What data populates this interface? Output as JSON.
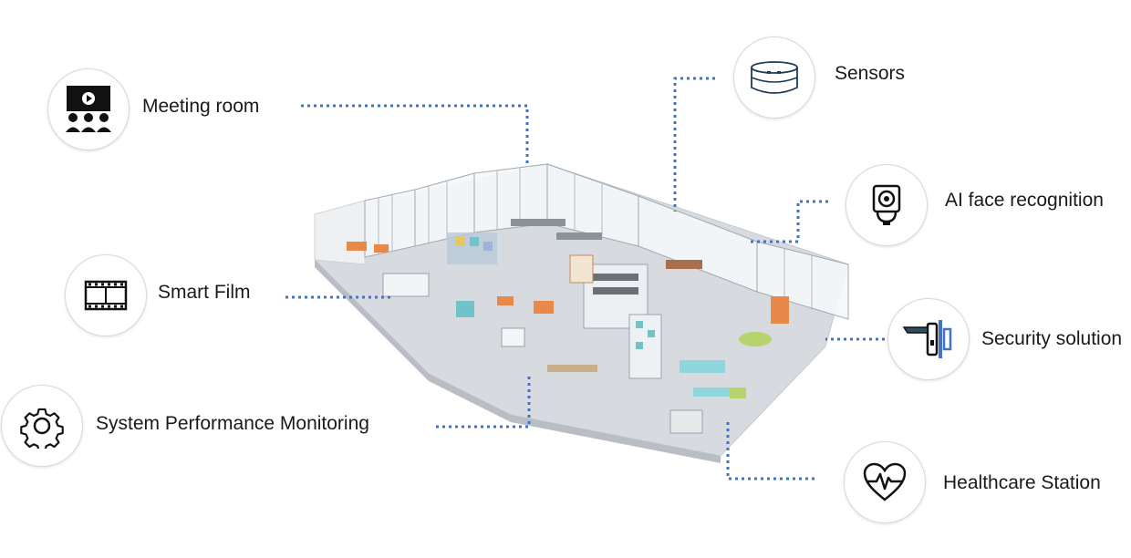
{
  "features": {
    "meeting_room": {
      "label": "Meeting room",
      "icon": "meeting-room-icon"
    },
    "smart_film": {
      "label": "Smart Film",
      "icon": "film-strip-icon"
    },
    "system_monitoring": {
      "label": "System Performance Monitoring",
      "icon": "gear-icon"
    },
    "sensors": {
      "label": "Sensors",
      "icon": "sensor-puck-icon"
    },
    "face_recognition": {
      "label": "AI face recognition",
      "icon": "camera-icon"
    },
    "security": {
      "label": "Security solution",
      "icon": "door-lock-icon"
    },
    "healthcare": {
      "label": "Healthcare Station",
      "icon": "heart-pulse-icon"
    }
  },
  "colors": {
    "connector": "#4472c4",
    "circle_border": "#d9d9d9",
    "floor": "#d7dade",
    "wall": "#eef0f2",
    "accent_orange": "#e8894a",
    "accent_teal": "#6fc3c9",
    "accent_green": "#b7d36b"
  }
}
